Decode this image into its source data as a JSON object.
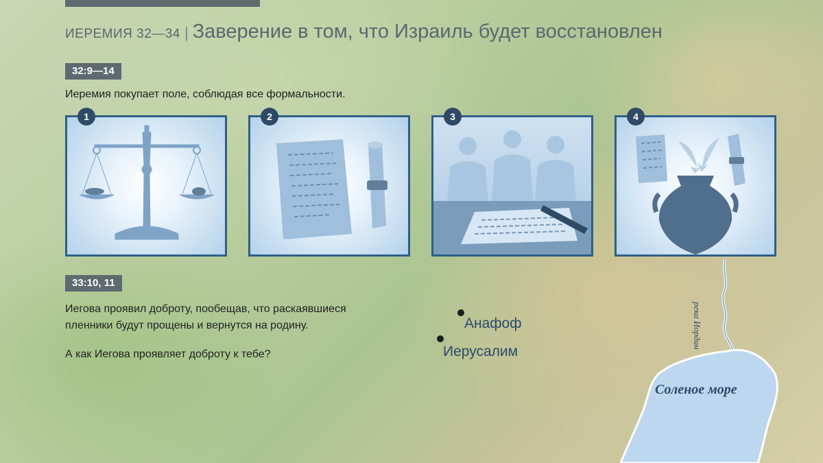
{
  "header": {
    "kicker": "ИЕРЕМИЯ 32—34",
    "separator": "|",
    "title": "Заверение в том, что Израиль будет восстановлен"
  },
  "section1": {
    "reference": "32:9—14",
    "text": "Иеремия покупает поле, соблюдая все формальности."
  },
  "panels": [
    {
      "number": "1",
      "icon": "balance-scale-icon"
    },
    {
      "number": "2",
      "icon": "document-and-scroll-icon"
    },
    {
      "number": "3",
      "icon": "witnesses-icon"
    },
    {
      "number": "4",
      "icon": "jar-icon"
    }
  ],
  "section2": {
    "reference": "33:10, 11",
    "text_line1": "Иегова проявил доброту, пообещав, что раскаявшиеся",
    "text_line2": "пленники будут прощены и вернутся на родину.",
    "question": "А как Иегова проявляет доброту к тебе?"
  },
  "map": {
    "places": [
      "Анафоф",
      "Иерусалим"
    ],
    "sea": "Соленое море",
    "river": "река Иордан",
    "colors": {
      "water": "#bcd7ee",
      "shore": "#ffffff",
      "label": "#2c4a6a",
      "panel_border": "#2f5f86"
    }
  }
}
